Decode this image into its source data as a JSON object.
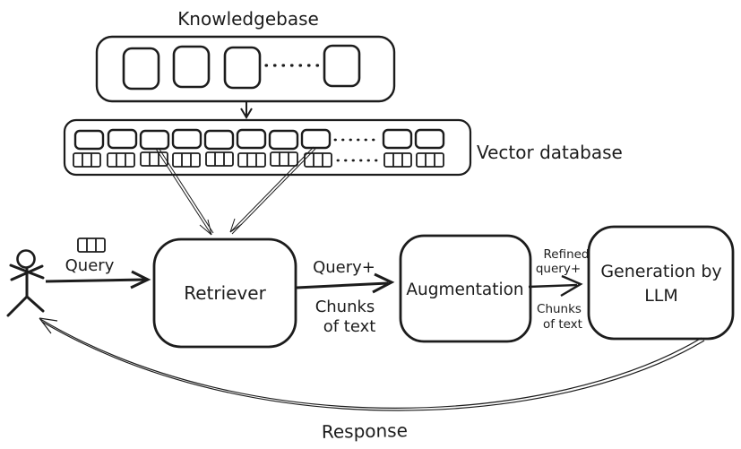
{
  "knowledgebase": {
    "label": "Knowledgebase"
  },
  "vector_database": {
    "label": "Vector database"
  },
  "nodes": {
    "retriever_label": "Retriever",
    "augmentation_label": "Augmentation",
    "generation_label_line1": "Generation by",
    "generation_label_line2": "LLM"
  },
  "edges": {
    "query_label": "Query",
    "query_plus_label": "Query+",
    "chunks_label_line1": "Chunks",
    "chunks_label_line2": "of text",
    "refined_label_line1": "Refined",
    "refined_label_line2": "query+",
    "chunks2_label_line1": "Chunks",
    "chunks2_label_line2": "of text",
    "response_label": "Response"
  },
  "colors": {
    "ink": "#1c1c1c",
    "background": "#ffffff"
  }
}
